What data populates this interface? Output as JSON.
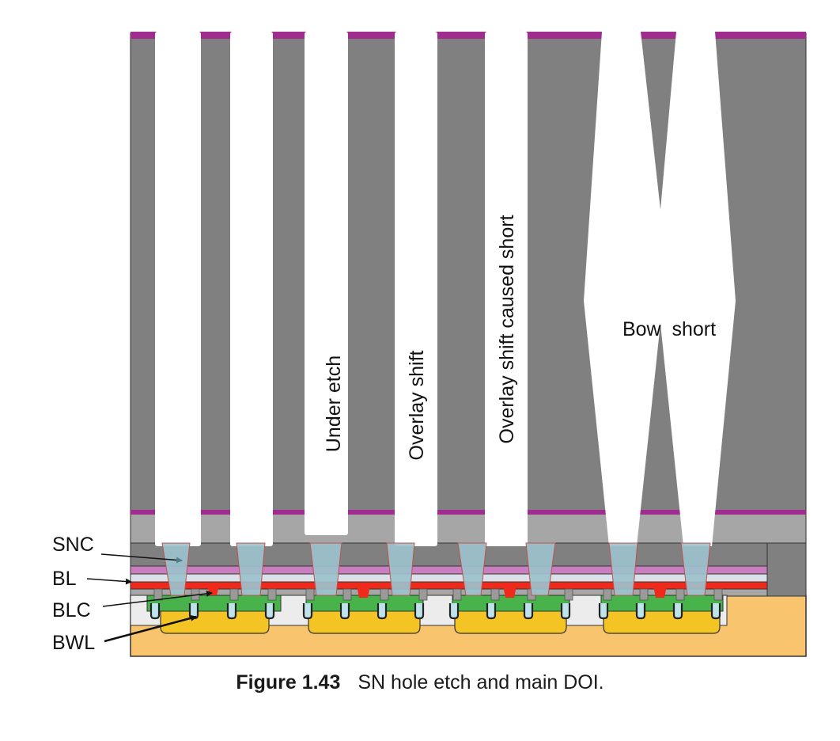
{
  "figure": {
    "number": "Figure 1.43",
    "title": "SN hole etch and main DOI."
  },
  "labels": {
    "snc": "SNC",
    "bl": "BL",
    "blc": "BLC",
    "bwl": "BWL"
  },
  "defects": {
    "under_etch": "Under etch",
    "overlay_shift": "Overlay shift",
    "overlay_shift_short": "Overlay shift caused short",
    "bow_short": "Bow  short"
  },
  "colors": {
    "oxide": "#808080",
    "nitride_cap": "#a12c8f",
    "lower_oxide": "#a6a6a6",
    "contact_fill": "#9cc1cc",
    "bitline_top": "#c97fbf",
    "bitline_metal": "#ef2a1a",
    "active": "#47b34a",
    "buried_wordline": "#f3c424",
    "substrate": "#f8c46e",
    "background": "#ffffff"
  }
}
